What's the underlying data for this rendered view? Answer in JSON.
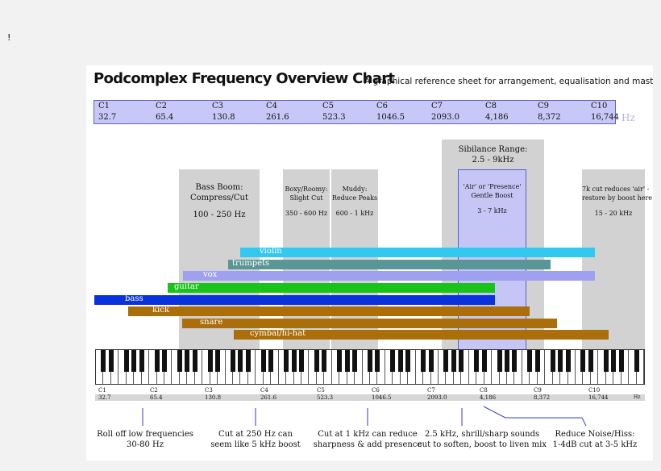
{
  "page": {
    "mark": "!"
  },
  "header": {
    "title": "Podcomplex Frequency Overview Chart",
    "subtitle": "A graphical reference sheet for arrangement, equalisation and mastering"
  },
  "notes": [
    {
      "name": "C1",
      "freq": "32.7"
    },
    {
      "name": "C2",
      "freq": "65.4"
    },
    {
      "name": "C3",
      "freq": "130.8"
    },
    {
      "name": "C4",
      "freq": "261.6"
    },
    {
      "name": "C5",
      "freq": "523.3"
    },
    {
      "name": "C6",
      "freq": "1046.5"
    },
    {
      "name": "C7",
      "freq": "2093.0"
    },
    {
      "name": "C8",
      "freq": "4,186"
    },
    {
      "name": "C9",
      "freq": "8,372"
    },
    {
      "name": "C10",
      "freq": "16,744"
    }
  ],
  "unit": "Hz",
  "zones": [
    {
      "key": "bass-boom",
      "lines": [
        "Bass Boom:",
        "Compress/Cut"
      ],
      "range": "100 - 250 Hz",
      "fill": "#d2d2d2"
    },
    {
      "key": "boxy",
      "lines": [
        "Boxy/Roomy:",
        "Slight Cut"
      ],
      "range": "350 - 600 Hz",
      "fill": "#d2d2d2"
    },
    {
      "key": "muddy",
      "lines": [
        "Muddy:",
        "Reduce Peaks"
      ],
      "range": "600 - 1 kHz",
      "fill": "#d2d2d2"
    },
    {
      "key": "sibilance",
      "lines": [
        "Sibilance Range:",
        "2.5 - 9kHz"
      ],
      "range": "",
      "fill": "#d2d2d2"
    },
    {
      "key": "air",
      "lines": [
        "'Air' or 'Presence'",
        "Gentle Boost"
      ],
      "range": "3 - 7 kHz",
      "fill": "#c6c6f6"
    },
    {
      "key": "7k-cut",
      "lines": [
        "7k cut reduces 'air' -",
        "restore by boost here"
      ],
      "range": "15 - 20 kHz",
      "fill": "#d2d2d2"
    }
  ],
  "instruments": [
    {
      "name": "violin",
      "color": "#32c8f0"
    },
    {
      "name": "trumpets",
      "color": "#5a9696"
    },
    {
      "name": "vox",
      "color": "#a0a0f0"
    },
    {
      "name": "guitar",
      "color": "#19c319"
    },
    {
      "name": "bass",
      "color": "#0a32dc"
    },
    {
      "name": "kick",
      "color": "#aa6e0a"
    },
    {
      "name": "snare",
      "color": "#aa6e0a"
    },
    {
      "name": "cymbal/hi-hat",
      "color": "#aa6e0a"
    }
  ],
  "keyboard": {
    "unit": "Hz"
  },
  "tips": [
    {
      "key": "low",
      "lines": [
        "Roll off low frequencies",
        "30-80 Hz"
      ]
    },
    {
      "key": "250",
      "lines": [
        "Cut at 250 Hz can",
        "seem like 5 kHz boost"
      ]
    },
    {
      "key": "1k",
      "lines": [
        "Cut at 1 kHz can reduce",
        "sharpness & add presence"
      ]
    },
    {
      "key": "2k5",
      "lines": [
        "2.5 kHz, shrill/sharp sounds",
        "cut to soften, boost to liven mix"
      ]
    },
    {
      "key": "hiss",
      "lines": [
        "Reduce Noise/Hiss:",
        "1-4dB cut at 3-5 kHz"
      ]
    }
  ]
}
